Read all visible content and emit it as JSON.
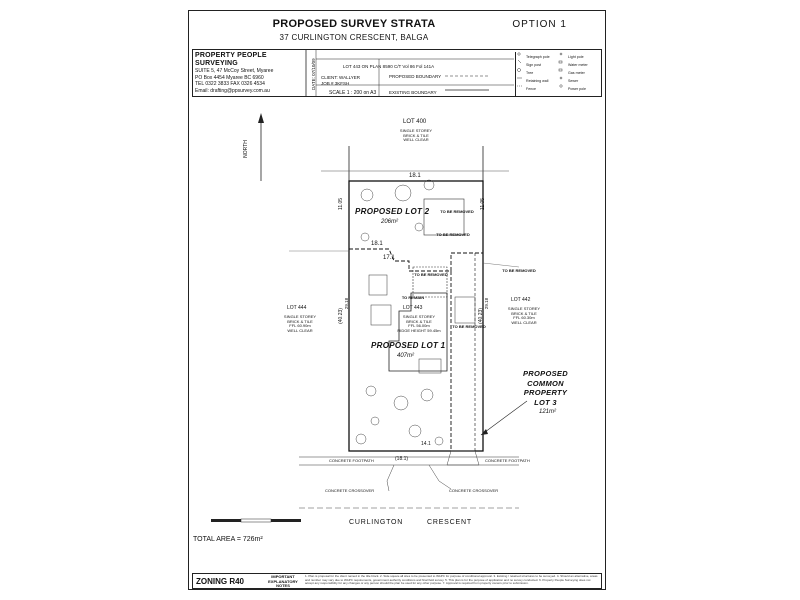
{
  "header": {
    "title": "PROPOSED SURVEY STRATA",
    "address": "37 CURLINGTON CRESCENT, BALGA",
    "option": "OPTION 1"
  },
  "company": {
    "name": "PROPERTY PEOPLE SURVEYING",
    "lines": [
      "SUITE 5, 47 McCoy Street, Myaree",
      "PO Box 4454 Myaree BC 6960",
      "TEL 0322 3833 FAX 0326 4534",
      "Email: drafting@ppsurvey.com.au"
    ]
  },
  "title_block": {
    "lot_line": "LOT 443 ON PLAN 8590 C/T Vol 86 Fol 141A",
    "client": "CLIENT: WALLYER",
    "job": "JOB # 3KFSH",
    "scale": "SCALE 1 : 200 on A3",
    "proposed_boundary": "PROPOSED BOUNDARY",
    "existing_boundary": "EXISTING BOUNDARY",
    "date": "DATE: 07/10/09"
  },
  "legend": [
    "Telegraph pole",
    "Sign post",
    "Tree",
    "Retaining wall",
    "Fence",
    "Light pole",
    "Water meter",
    "Gas meter",
    "Sewer",
    "Power pole"
  ],
  "plan": {
    "lot400": "LOT 400",
    "lot400_desc": [
      "SINGLE STOREY",
      "BRICK & TILE",
      "WELL CLEAR"
    ],
    "north": "NORTH",
    "dim_top": "18.1",
    "dim_mid": "18.1",
    "dim_mid2": "17.1",
    "dim_bottom": "14.1",
    "dim_front": "(18.1)",
    "dim_left1": "11.05",
    "dim_right1": "11.05",
    "dim_left2": "(40.23)",
    "dim_right2": "(40.23)",
    "dim_left3": "29.18",
    "dim_right3": "29.18",
    "lot2_label": "PROPOSED LOT 2",
    "lot2_area": "206m²",
    "lot1_label": "PROPOSED LOT 1",
    "lot1_area": "407m²",
    "common_label": [
      "PROPOSED",
      "COMMON",
      "PROPERTY",
      "LOT 3"
    ],
    "common_area": "121m²",
    "to_be_removed": "TO BE REMOVED",
    "to_remain": "TO REMAIN",
    "lot443": "LOT 443",
    "house_desc": [
      "SINGLE STOREY",
      "BRICK & TILE",
      "FFL 56.00m",
      "RIDGE HEIGHT 59.45m"
    ],
    "lot444": "LOT 444",
    "lot444_desc": [
      "SINGLE STOREY",
      "BRICK & TILE",
      "FFL 60.90m",
      "WELL CLEAR"
    ],
    "lot442": "LOT 442",
    "lot442_desc": [
      "SINGLE STOREY",
      "BRICK & TILE",
      "FFL 60.30m",
      "WELL CLEAR"
    ],
    "footpath": "CONCRETE FOOTPATH",
    "crossover": "CONCRETE CROSSOVER",
    "street_a": "CURLINGTON",
    "street_b": "CRESCENT"
  },
  "total_area": "TOTAL AREA = 726m²",
  "footer": {
    "zoning": "ZONING R40",
    "important": "IMPORTANT EXPLANATORY NOTES",
    "notes": "1. Plan is proposal for the client named in the title block. 2. Side square all sites to be presented to WAPC for purpose of conditional approval. 3. Existing / retained structures to be surveyed. 4. Should an alternative, areas and number may vary due to WAPC requirements, government authority conditions and final field survey. 5. This plan is for the purpose of application and no survey conducted. 6. Property People Surveying does not accept any responsibility for any changes or any person should the plan be used for any other purpose. 7. Approval is required from property owners prior to submission."
  }
}
